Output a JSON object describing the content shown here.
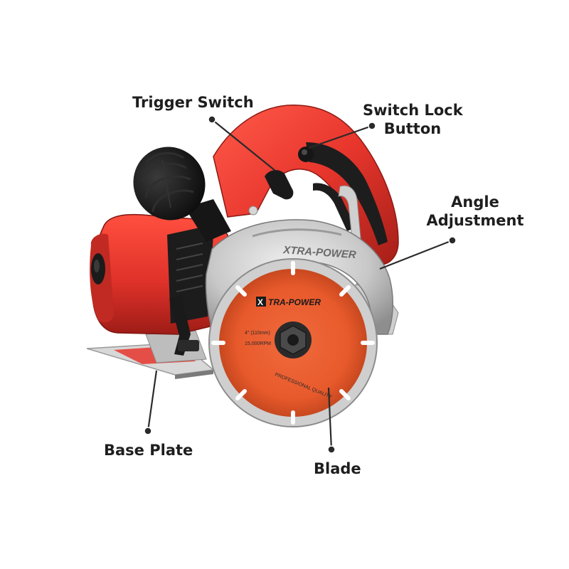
{
  "callouts": {
    "trigger_switch": "Trigger Switch",
    "switch_lock_line1": "Switch Lock",
    "switch_lock_line2": "Button",
    "angle_line1": "Angle",
    "angle_line2": "Adjustment",
    "base_plate": "Base Plate",
    "blade": "Blade"
  },
  "product_markings": {
    "blade_brand": "TRA-POWER",
    "blade_logo_letter": "X",
    "blade_size": "4\" (110mm)",
    "blade_rpm": "15,000RPM",
    "blade_quality": "PROFESSIONAL QUALITY",
    "guard_brand": "XTRA-POWER"
  },
  "colors": {
    "body_red": "#e8362d",
    "dark_red": "#b3221c",
    "black": "#1a1a1a",
    "guard_silver": "#c9c9c9",
    "label_text": "#1e1e1e",
    "leader_line": "#2a2a2a"
  }
}
